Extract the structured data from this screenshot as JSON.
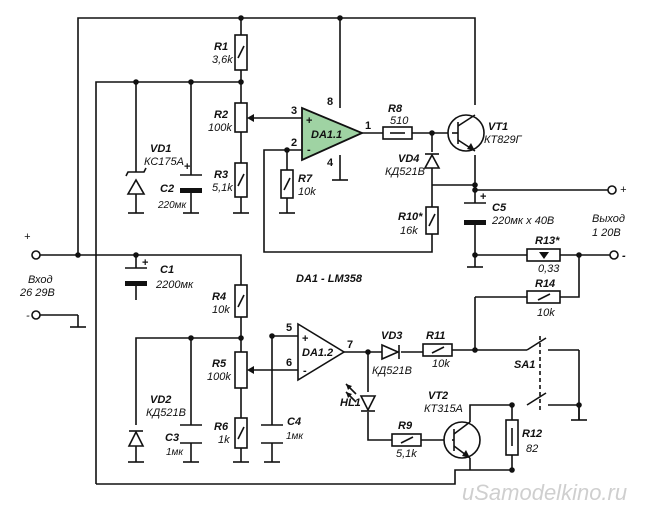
{
  "labels": {
    "R1": "R1",
    "R1v": "3,6k",
    "R2": "R2",
    "R2v": "100k",
    "R3": "R3",
    "R3v": "5,1k",
    "R4": "R4",
    "R4v": "10k",
    "R5": "R5",
    "R5v": "100k",
    "R6": "R6",
    "R6v": "1k",
    "R7": "R7",
    "R7v": "10k",
    "R8": "R8",
    "R8v": "510",
    "R9": "R9",
    "R9v": "5,1k",
    "R10": "R10*",
    "R10v": "16k",
    "R11": "R11",
    "R11v": "10k",
    "R12": "R12",
    "R12v": "82",
    "R13": "R13*",
    "R13v": "0,33",
    "R14": "R14",
    "R14v": "10k",
    "VD1": "VD1",
    "VD1v": "КС175А",
    "VD2": "VD2",
    "VD2v": "КД521В",
    "VD3": "VD3",
    "VD3v": "КД521В",
    "VD4": "VD4",
    "VD4v": "КД521В",
    "C1": "C1",
    "C1v": "2200мк",
    "C2": "C2",
    "C2v": "220мк",
    "C3": "C3",
    "C3v": "1мк",
    "C4": "C4",
    "C4v": "1мк",
    "C5": "C5",
    "C5v": "220мк x 40В",
    "DA11": "DA1.1",
    "DA12": "DA1.2",
    "DA1": "DA1 - LM358",
    "VT1": "VT1",
    "VT1v": "КТ829Г",
    "VT2": "VT2",
    "VT2v": "КТ315А",
    "HL1": "HL1",
    "SA1": "SA1",
    "input_title": "Вход",
    "input_range": "26  29В",
    "output_title": "Выход",
    "output_range": "1  20В",
    "plus": "+",
    "minus": "-",
    "pin3": "3",
    "pin2": "2",
    "pin8": "8",
    "pin4": "4",
    "pin1": "1",
    "pin5": "5",
    "pin6": "6",
    "pin7": "7",
    "watermark": "uSamodelkino.ru"
  }
}
